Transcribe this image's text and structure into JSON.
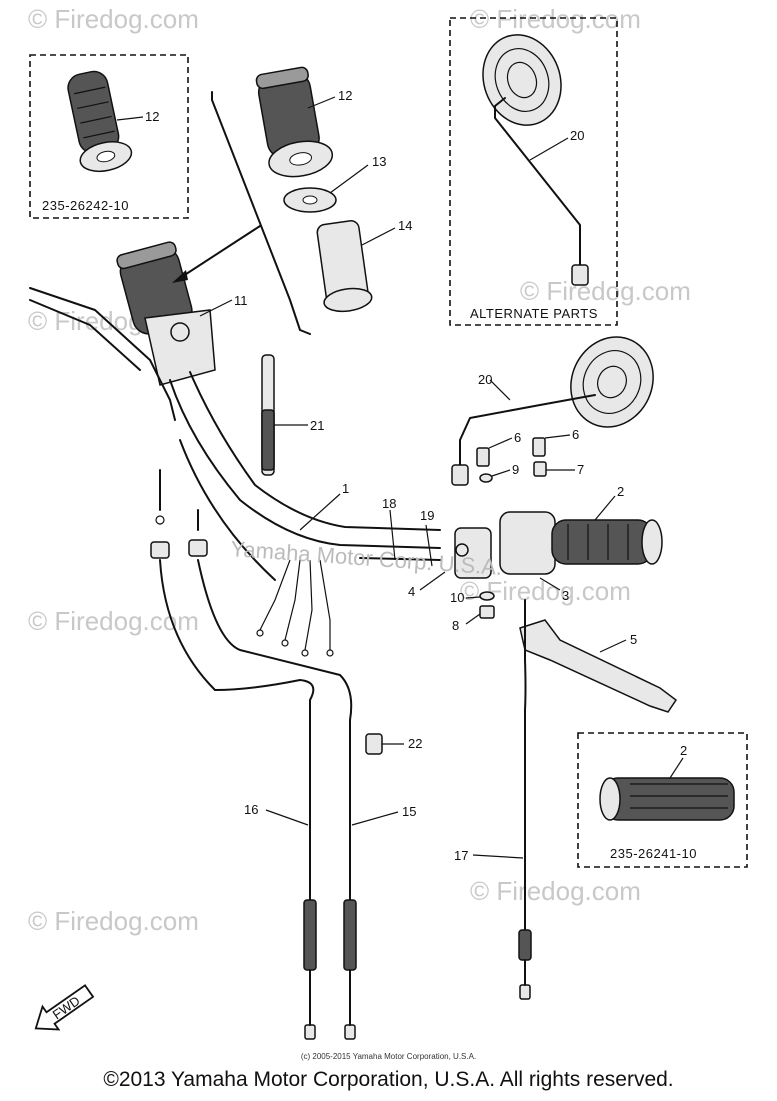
{
  "diagram": {
    "watermark": "© Firedog.com",
    "box_labels": {
      "top_left": "235-26242-10",
      "alternate": "ALTERNATE PARTS",
      "bottom_right": "235-26241-10"
    },
    "overlay_text": "Yamaha Motor Corp. U.S.A.",
    "fwd_label": "FWD",
    "callouts": [
      "12",
      "12",
      "13",
      "14",
      "20",
      "11",
      "20",
      "21",
      "6",
      "6",
      "9",
      "7",
      "1",
      "18",
      "19",
      "2",
      "4",
      "10",
      "3",
      "8",
      "5",
      "22",
      "2",
      "16",
      "15",
      "17"
    ]
  },
  "footer": {
    "small_credit": "(c) 2005-2015 Yamaha Motor Corporation, U.S.A.",
    "copyright": "©2013 Yamaha Motor Corporation, U.S.A. All rights reserved."
  }
}
